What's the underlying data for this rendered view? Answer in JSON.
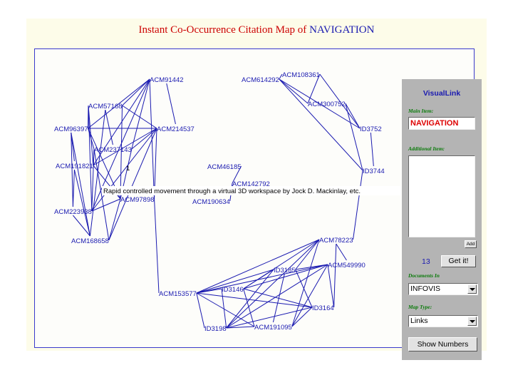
{
  "title": {
    "prefix": "Instant Co-Occurrence Citation Map of ",
    "keyword": "NAVIGATION"
  },
  "map": {
    "nodes": [
      {
        "id": "ACM91442",
        "label": "ACM91442"
      },
      {
        "id": "ACM57168",
        "label": "ACM57168"
      },
      {
        "id": "ACM96397",
        "label": "ACM96397"
      },
      {
        "id": "ACM214537",
        "label": "ACM214537"
      },
      {
        "id": "ACM237143",
        "label": "ACM237143"
      },
      {
        "id": "ACM191821",
        "label": "ACM191821"
      },
      {
        "id": "ACM97898",
        "label": "ACM97898"
      },
      {
        "id": "ACM223938",
        "label": "ACM223938"
      },
      {
        "id": "ACM168658",
        "label": "ACM168658"
      },
      {
        "id": "ACM614292",
        "label": "ACM614292"
      },
      {
        "id": "ACM108361",
        "label": "ACM108361"
      },
      {
        "id": "ACM300752",
        "label": "ACM300752"
      },
      {
        "id": "ID3752",
        "label": "ID3752"
      },
      {
        "id": "ID3744",
        "label": "ID3744"
      },
      {
        "id": "ACM46185",
        "label": "ACM46185"
      },
      {
        "id": "ACM142792",
        "label": "ACM142792"
      },
      {
        "id": "ACM190634",
        "label": "ACM190634"
      },
      {
        "id": "ACM78223",
        "label": "ACM78223"
      },
      {
        "id": "ID3185",
        "label": "ID3185"
      },
      {
        "id": "ACM549990",
        "label": "ACM549990"
      },
      {
        "id": "ACM153577",
        "label": "ACM153577"
      },
      {
        "id": "ID3146",
        "label": "ID3146"
      },
      {
        "id": "ID3164",
        "label": "ID3164"
      },
      {
        "id": "ID3198",
        "label": "ID3198"
      },
      {
        "id": "ACM191095",
        "label": "ACM191095"
      }
    ],
    "edges": [
      [
        "ACM91442",
        "ACM57168"
      ],
      [
        "ACM91442",
        "ACM96397"
      ],
      [
        "ACM91442",
        "ACM214537"
      ],
      [
        "ACM91442",
        "ACM237143"
      ],
      [
        "ACM91442",
        "ACM191821"
      ],
      [
        "ACM91442",
        "ACM97898"
      ],
      [
        "ACM91442",
        "ACM223938"
      ],
      [
        "ACM57168",
        "ACM96397"
      ],
      [
        "ACM57168",
        "ACM214537"
      ],
      [
        "ACM57168",
        "ACM237143"
      ],
      [
        "ACM57168",
        "ACM191821"
      ],
      [
        "ACM57168",
        "ACM97898"
      ],
      [
        "ACM57168",
        "ACM223938"
      ],
      [
        "ACM57168",
        "ACM168658"
      ],
      [
        "ACM96397",
        "ACM214537"
      ],
      [
        "ACM96397",
        "ACM237143"
      ],
      [
        "ACM96397",
        "ACM191821"
      ],
      [
        "ACM96397",
        "ACM97898"
      ],
      [
        "ACM96397",
        "ACM223938"
      ],
      [
        "ACM96397",
        "ACM168658"
      ],
      [
        "ACM214537",
        "ACM237143"
      ],
      [
        "ACM214537",
        "ACM191821"
      ],
      [
        "ACM214537",
        "ACM97898"
      ],
      [
        "ACM214537",
        "ACM223938"
      ],
      [
        "ACM214537",
        "ACM168658"
      ],
      [
        "ACM237143",
        "ACM191821"
      ],
      [
        "ACM237143",
        "ACM97898"
      ],
      [
        "ACM237143",
        "ACM223938"
      ],
      [
        "ACM237143",
        "ACM168658"
      ],
      [
        "ACM191821",
        "ACM97898"
      ],
      [
        "ACM191821",
        "ACM223938"
      ],
      [
        "ACM191821",
        "ACM168658"
      ],
      [
        "ACM97898",
        "ACM223938"
      ],
      [
        "ACM97898",
        "ACM168658"
      ],
      [
        "ACM223938",
        "ACM168658"
      ],
      [
        "ACM97898",
        "ACM153577"
      ],
      [
        "ACM614292",
        "ACM108361"
      ],
      [
        "ACM614292",
        "ACM300752"
      ],
      [
        "ACM614292",
        "ID3752"
      ],
      [
        "ACM614292",
        "ID3744"
      ],
      [
        "ACM108361",
        "ACM300752"
      ],
      [
        "ACM108361",
        "ID3752"
      ],
      [
        "ACM300752",
        "ID3752"
      ],
      [
        "ACM300752",
        "ID3744"
      ],
      [
        "ID3752",
        "ID3744"
      ],
      [
        "ID3744",
        "ACM78223"
      ],
      [
        "ACM46185",
        "ACM142792"
      ],
      [
        "ACM142792",
        "ACM190634"
      ],
      [
        "ACM78223",
        "ID3185"
      ],
      [
        "ACM78223",
        "ACM549990"
      ],
      [
        "ACM78223",
        "ACM153577"
      ],
      [
        "ACM78223",
        "ID3146"
      ],
      [
        "ACM78223",
        "ID3164"
      ],
      [
        "ACM78223",
        "ID3198"
      ],
      [
        "ACM78223",
        "ACM191095"
      ],
      [
        "ID3185",
        "ACM549990"
      ],
      [
        "ID3185",
        "ACM153577"
      ],
      [
        "ID3185",
        "ID3146"
      ],
      [
        "ID3185",
        "ID3164"
      ],
      [
        "ID3185",
        "ID3198"
      ],
      [
        "ID3185",
        "ACM191095"
      ],
      [
        "ACM549990",
        "ACM153577"
      ],
      [
        "ACM549990",
        "ID3146"
      ],
      [
        "ACM549990",
        "ID3164"
      ],
      [
        "ACM549990",
        "ID3198"
      ],
      [
        "ACM549990",
        "ACM191095"
      ],
      [
        "ACM153577",
        "ID3146"
      ],
      [
        "ACM153577",
        "ID3164"
      ],
      [
        "ACM153577",
        "ID3198"
      ],
      [
        "ACM153577",
        "ACM191095"
      ],
      [
        "ID3146",
        "ID3164"
      ],
      [
        "ID3146",
        "ID3198"
      ],
      [
        "ID3146",
        "ACM191095"
      ],
      [
        "ID3164",
        "ID3198"
      ],
      [
        "ID3164",
        "ACM191095"
      ],
      [
        "ID3198",
        "ACM191095"
      ]
    ],
    "tooltip": {
      "number": "1",
      "text": "Rapid controlled movement through a virtual 3D workspace by Jock D. Mackinlay, etc."
    },
    "line_color": "#1a1ab0"
  },
  "panel": {
    "title": "VisualLink",
    "main_item_label": "Main Item:",
    "main_item_value": "NAVIGATION",
    "additional_label": "Additional Item:",
    "add_button": "Add",
    "count": "13",
    "get_button": "Get it!",
    "documents_label": "Documents In",
    "documents_value": "INFOVIS",
    "maptype_label": "Map Type:",
    "maptype_value": "Links",
    "show_button": "Show Numbers"
  }
}
